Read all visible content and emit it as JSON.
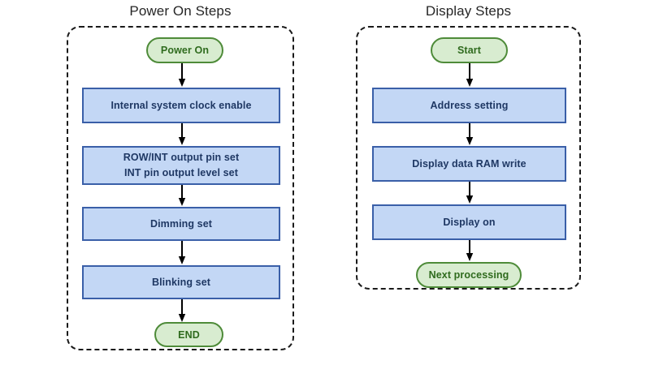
{
  "diagram": {
    "type": "flowchart",
    "orientation": "vertical",
    "columns": [
      {
        "id": "power-on-steps",
        "title": "Power On Steps",
        "nodes": [
          {
            "id": "power-on",
            "shape": "terminator",
            "label": "Power On"
          },
          {
            "id": "clock-enable",
            "shape": "process",
            "label": "Internal system clock enable"
          },
          {
            "id": "row-int-pin-set",
            "shape": "process",
            "label_line1": "ROW/INT output pin set",
            "label_line2": "INT pin output level set"
          },
          {
            "id": "dimming-set",
            "shape": "process",
            "label": "Dimming set"
          },
          {
            "id": "blinking-set",
            "shape": "process",
            "label": "Blinking set"
          },
          {
            "id": "end",
            "shape": "terminator",
            "label": "END"
          }
        ]
      },
      {
        "id": "display-steps",
        "title": "Display Steps",
        "nodes": [
          {
            "id": "start",
            "shape": "terminator",
            "label": "Start"
          },
          {
            "id": "address-setting",
            "shape": "process",
            "label": "Address setting"
          },
          {
            "id": "ram-write",
            "shape": "process",
            "label": "Display data RAM write"
          },
          {
            "id": "display-on",
            "shape": "process",
            "label": "Display on"
          },
          {
            "id": "next-processing",
            "shape": "terminator",
            "label": "Next processing"
          }
        ]
      }
    ]
  },
  "colors": {
    "process_fill": "#c3d7f5",
    "process_border": "#3a5fa8",
    "process_text": "#1f3864",
    "terminator_fill": "#d8ecd0",
    "terminator_border": "#4e8b39",
    "terminator_text": "#2f6b1e",
    "group_border": "#1a1a1a",
    "arrow": "#000000",
    "title_text": "#262626",
    "background": "#ffffff"
  }
}
